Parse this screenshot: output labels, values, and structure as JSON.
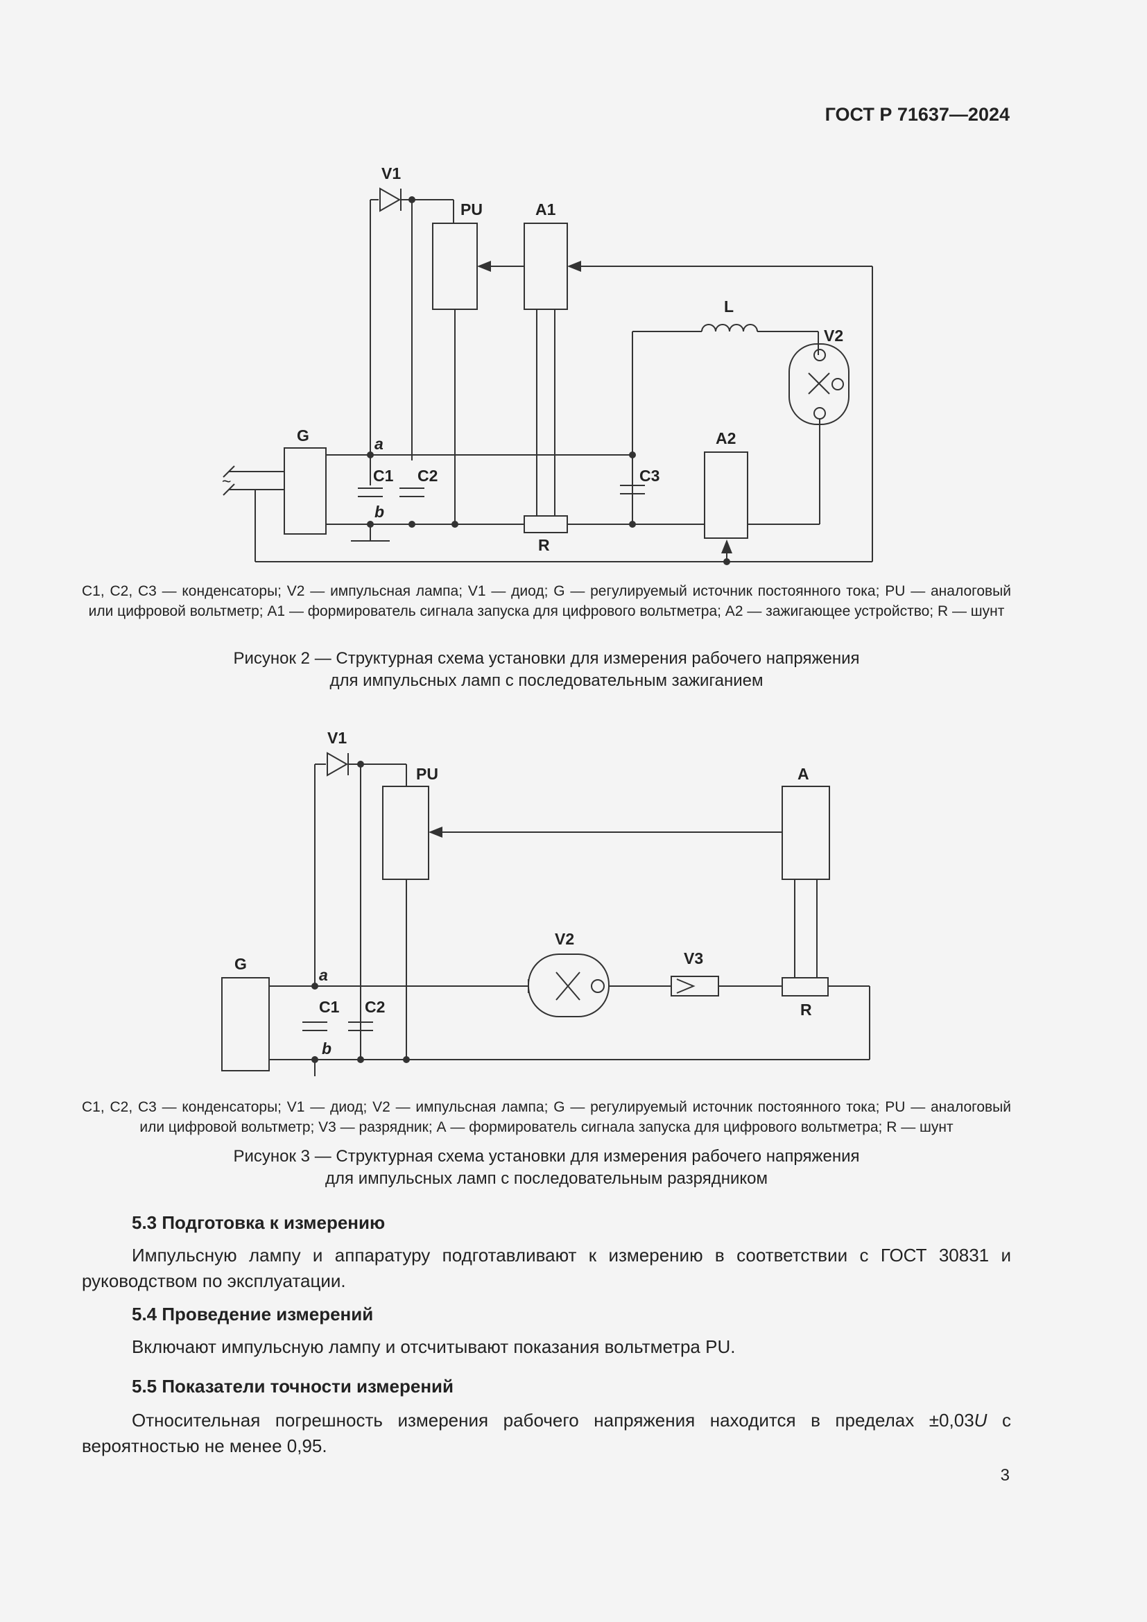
{
  "header": {
    "doc_code": "ГОСТ Р 71637—2024"
  },
  "figure2": {
    "labels": {
      "v1": "V1",
      "pu": "PU",
      "a1": "A1",
      "l": "L",
      "v2": "V2",
      "g": "G",
      "a": "a",
      "b": "b",
      "c1": "C1",
      "c2": "C2",
      "c3": "C3",
      "a2": "A2",
      "r": "R",
      "ac": "~"
    },
    "legend": "С1, С2, С3 — конденсаторы; V2 — импульсная лампа; V1 — диод; G — регулируемый источник постоянного тока; PU — аналоговый или цифровой вольтметр; А1 — формирователь сигнала запуска для цифрового вольтметра; А2 — зажигающее устройство; R — шунт",
    "caption_line1": "Рисунок 2 — Структурная схема установки для измерения рабочего напряжения",
    "caption_line2": "для импульсных ламп с последовательным зажиганием"
  },
  "figure3": {
    "labels": {
      "v1": "V1",
      "pu": "PU",
      "a": "A",
      "v2": "V2",
      "v3": "V3",
      "g": "G",
      "node_a": "a",
      "node_b": "b",
      "c1": "C1",
      "c2": "C2",
      "r": "R"
    },
    "legend": "С1, С2, С3 — конденсаторы; V1 — диод; V2 — импульсная лампа; G — регулируемый источник постоянного тока; PU — аналоговый или цифровой вольтметр; V3 — разрядник; А — формирователь сигнала запуска для цифрового вольтметра; R — шунт",
    "caption_line1": "Рисунок 3 — Структурная схема установки для измерения рабочего напряжения",
    "caption_line2": "для импульсных ламп с последовательным разрядником"
  },
  "sections": [
    {
      "heading": "5.3 Подготовка к измерению",
      "text": "Импульсную лампу и аппаратуру подготавливают к измерению в соответствии с ГОСТ 30831 и руководством по эксплуатации."
    },
    {
      "heading": "5.4 Проведение измерений",
      "text": "Включают импульсную лампу и отсчитывают показания вольтметра PU."
    },
    {
      "heading": "5.5 Показатели точности измерений",
      "text_before": "Относительная погрешность измерения рабочего напряжения находится в пределах ±0,03",
      "text_var": "U",
      "text_after": " с вероятностью не менее 0,95."
    }
  ],
  "page_number": "3"
}
